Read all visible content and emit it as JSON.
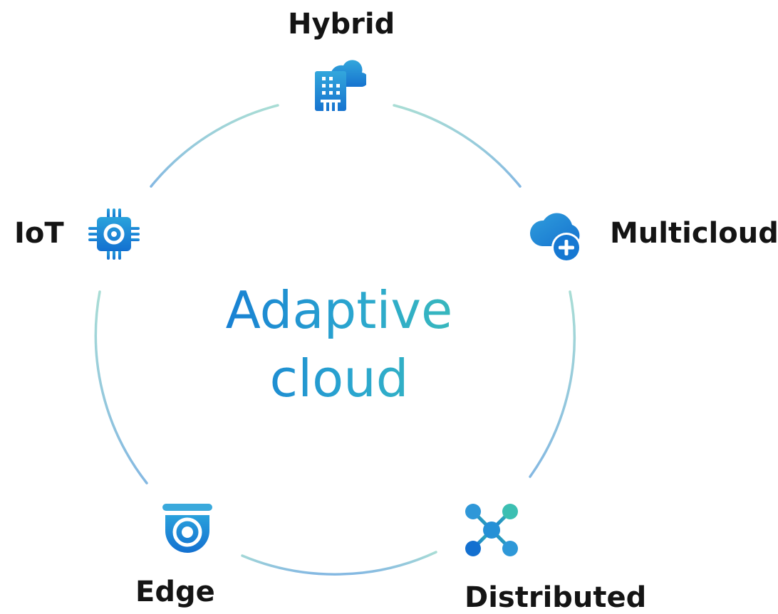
{
  "diagram": {
    "center": {
      "line1": "Adaptive",
      "line2": "cloud"
    },
    "nodes": [
      {
        "label": "Hybrid",
        "icon": "hybrid-building-cloud-icon"
      },
      {
        "label": "Multicloud",
        "icon": "cloud-plus-icon"
      },
      {
        "label": "Distributed",
        "icon": "network-nodes-icon"
      },
      {
        "label": "Edge",
        "icon": "edge-camera-icon"
      },
      {
        "label": "IoT",
        "icon": "chip-icon"
      }
    ],
    "colors": {
      "ring_start": "#a8dcd6",
      "ring_end": "#7fb6e0",
      "icon_blue_dark": "#0f6fd0",
      "icon_blue_light": "#3aa9dc",
      "icon_teal": "#39c0b0",
      "label_text": "#141414"
    }
  }
}
